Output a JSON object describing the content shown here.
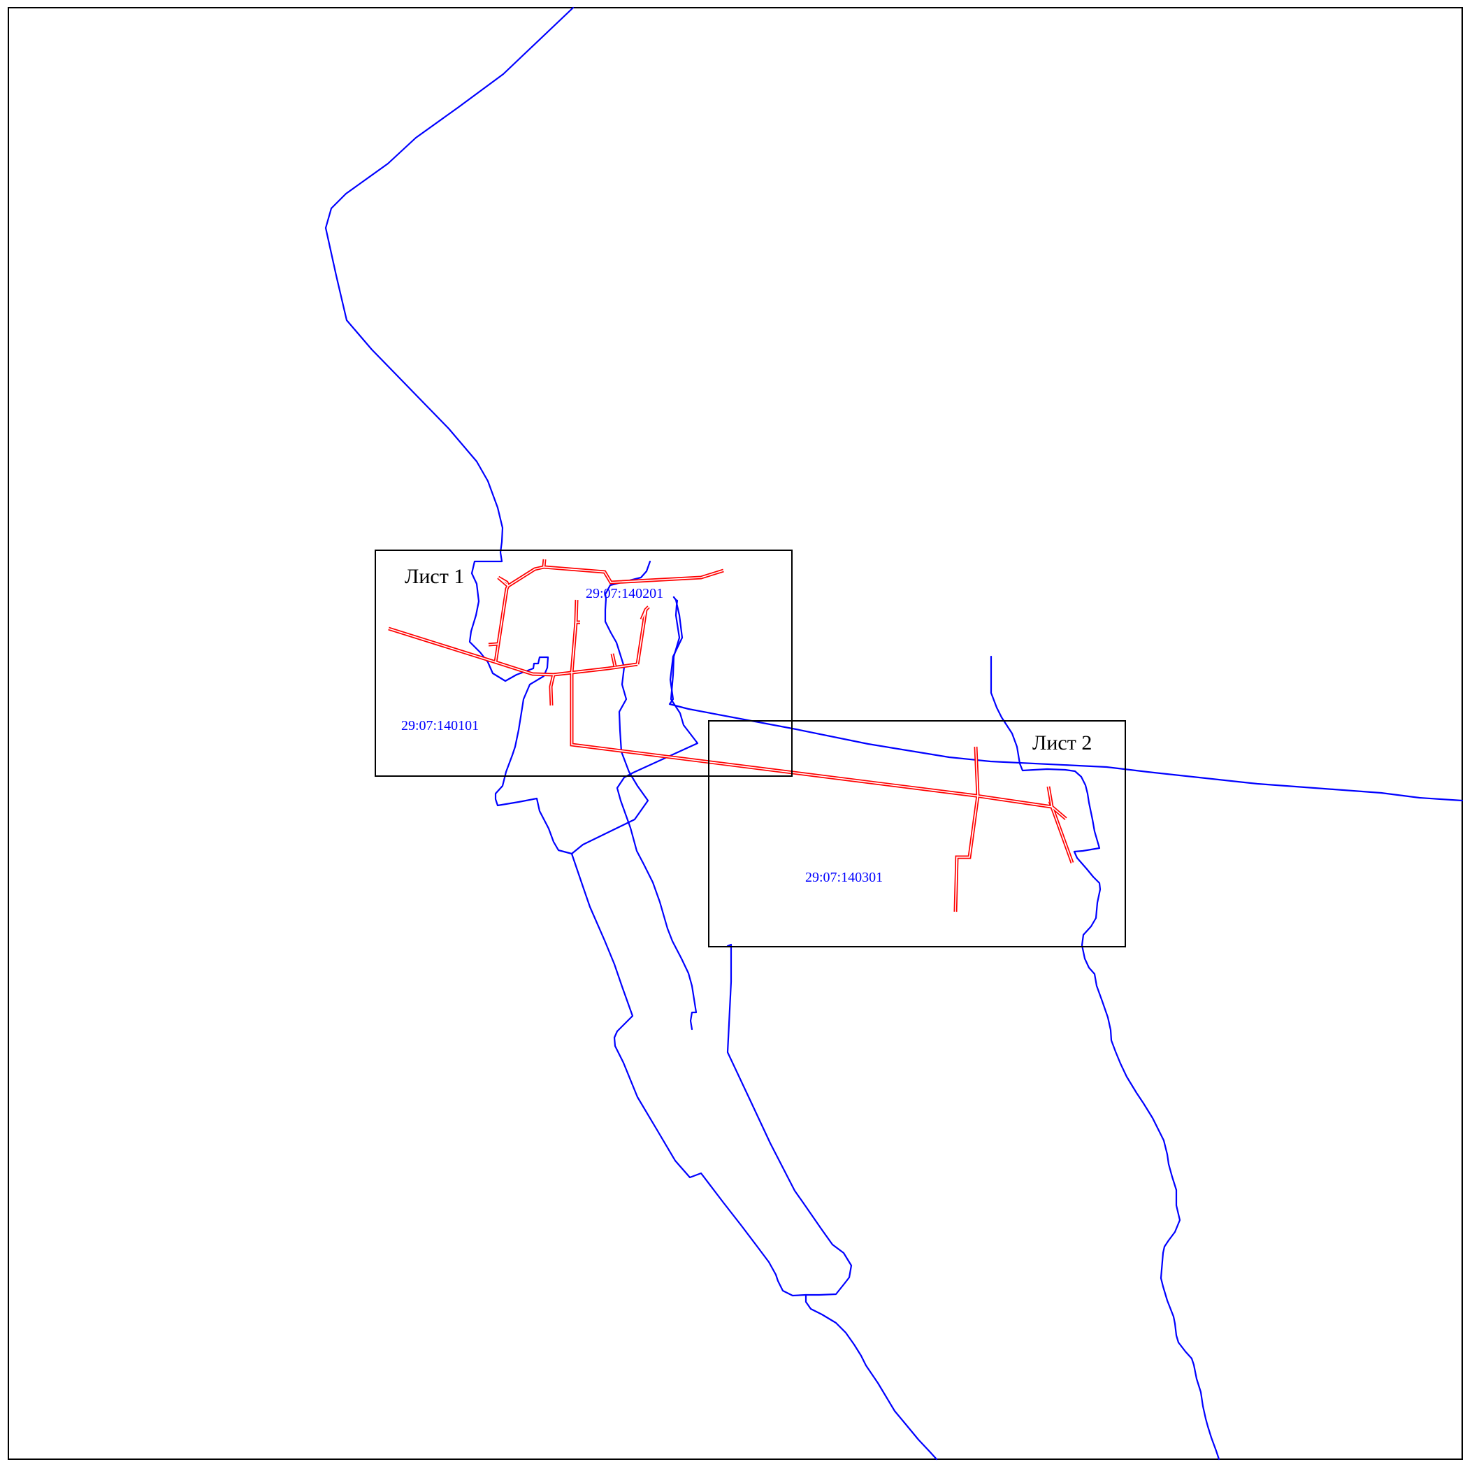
{
  "map": {
    "colors": {
      "frame": "#000000",
      "boundary": "#0000ff",
      "pipeline": "#ff0000",
      "cadastral_label": "#0000ff",
      "sheet_label": "#000000"
    },
    "sheets": [
      {
        "id": "sheet-1",
        "label": "Лист 1"
      },
      {
        "id": "sheet-2",
        "label": "Лист 2"
      }
    ],
    "cadastral_blocks": [
      {
        "id": "block-140101",
        "label": "29:07:140101"
      },
      {
        "id": "block-140201",
        "label": "29:07:140201"
      },
      {
        "id": "block-140301",
        "label": "29:07:140301"
      }
    ]
  }
}
